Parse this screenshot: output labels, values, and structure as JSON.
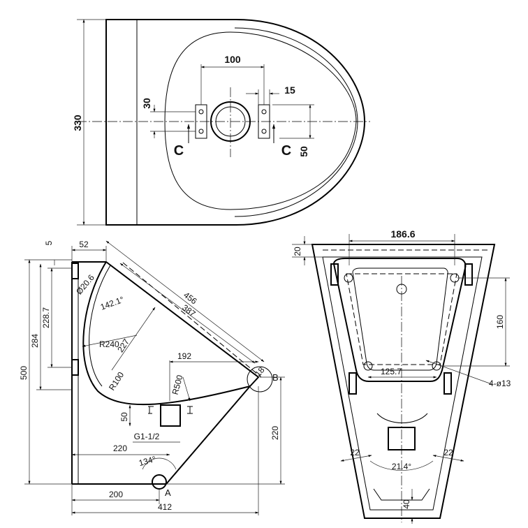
{
  "top_view": {
    "dims": {
      "d100": "100",
      "d30": "30",
      "d15": "15",
      "d330": "330",
      "d50": "50"
    },
    "section_left": "C",
    "section_right": "C"
  },
  "side_view": {
    "dims": {
      "d5": "5",
      "d52": "52",
      "d500": "500",
      "d284": "284",
      "d228_7": "228.7",
      "d20_6": "Ø20.6",
      "d142": "142.1°",
      "d456": "456",
      "d387": "387",
      "d227": "227",
      "dR240": "R240",
      "dR100": "R100",
      "d192": "192",
      "dR500": "R500",
      "d18": "18",
      "d50": "50",
      "dG": "G1-1/2",
      "d220a": "220",
      "d220b": "220",
      "d134": "134°",
      "d200": "200",
      "d412": "412"
    },
    "point_a": "A",
    "point_b": "B"
  },
  "front_view": {
    "dims": {
      "d186": "186.6",
      "d20": "20",
      "d160": "160",
      "d125": "125.7",
      "d4013": "4-ø13",
      "d22a": "22",
      "d22b": "22",
      "d21": "21.4°",
      "d40": "40"
    }
  }
}
